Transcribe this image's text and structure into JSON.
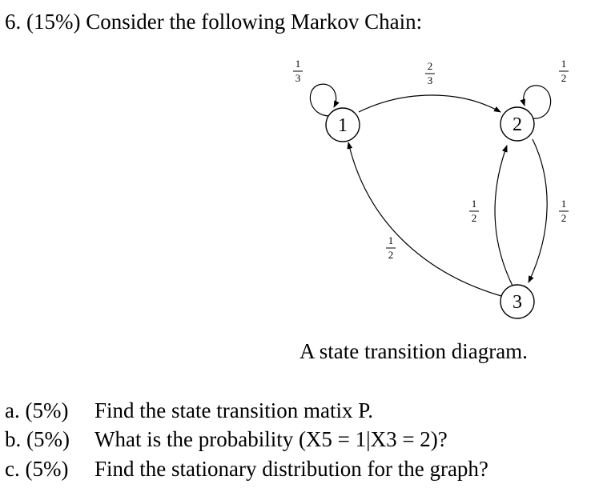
{
  "question": {
    "title": "6. (15%) Consider the following Markov Chain:"
  },
  "diagram": {
    "caption": "A state transition diagram.",
    "states": [
      "1",
      "2",
      "3"
    ],
    "transitions": [
      {
        "from": "1",
        "to": "1",
        "prob": {
          "num": "1",
          "den": "3"
        }
      },
      {
        "from": "1",
        "to": "2",
        "prob": {
          "num": "2",
          "den": "3"
        }
      },
      {
        "from": "2",
        "to": "2",
        "prob": {
          "num": "1",
          "den": "2"
        }
      },
      {
        "from": "2",
        "to": "3",
        "prob": {
          "num": "1",
          "den": "2"
        }
      },
      {
        "from": "3",
        "to": "2",
        "prob": {
          "num": "1",
          "den": "2"
        }
      },
      {
        "from": "3",
        "to": "1",
        "prob": {
          "num": "1",
          "den": "2"
        }
      }
    ]
  },
  "parts": [
    {
      "label": "a. (5%)",
      "text": "Find the state transition matix P."
    },
    {
      "label": "b. (5%)",
      "text": "What is the probability (X5 = 1|X3 = 2)?"
    },
    {
      "label": "c. (5%)",
      "text": "Find the stationary distribution for the graph?"
    }
  ]
}
